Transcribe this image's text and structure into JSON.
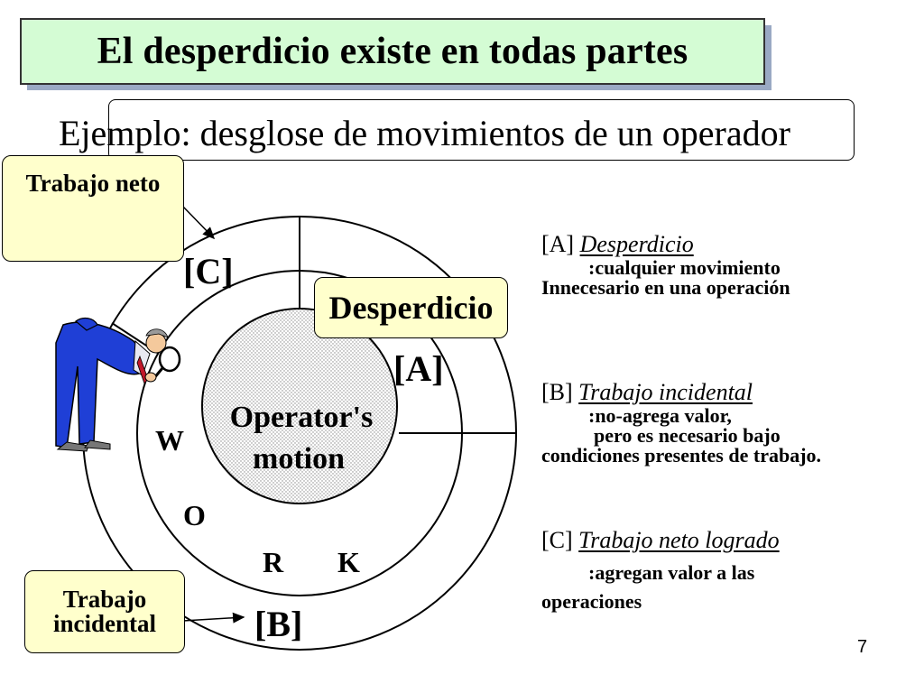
{
  "title": "El desperdicio existe en todas partes",
  "subtitle": "Ejemplo:  desglose de movimientos de un operador",
  "callouts": {
    "trabajo_neto": "Trabajo neto",
    "desperdicio": "Desperdicio",
    "trabajo_incidental_line1": "Trabajo",
    "trabajo_incidental_line2": "incidental"
  },
  "diagram": {
    "center_line1": "Operator's",
    "center_line2": "motion",
    "label_a": "[A]",
    "label_b": "[B]",
    "label_c": "[C]",
    "letters": [
      "W",
      "O",
      "R",
      "K"
    ]
  },
  "legend": {
    "a": {
      "tag": "[A] ",
      "term": "Desperdicio",
      "line1": ":cualquier movimiento",
      "line2": "Innecesario en una operación"
    },
    "b": {
      "tag": "[B] ",
      "term": "Trabajo incidental",
      "line1": ":no-agrega valor,",
      "line2": "pero es necesario bajo",
      "line3": "condiciones presentes de trabajo."
    },
    "c": {
      "tag": "[C] ",
      "term": "Trabajo neto logrado",
      "line1": ":agregan valor a las",
      "line2": "operaciones"
    }
  },
  "page_number": "7",
  "colors": {
    "title_bg": "#d4fcd4",
    "title_shadow": "#9aa9c4",
    "callout_bg": "#ffffcc",
    "figure_suit": "#1f3fd6"
  }
}
